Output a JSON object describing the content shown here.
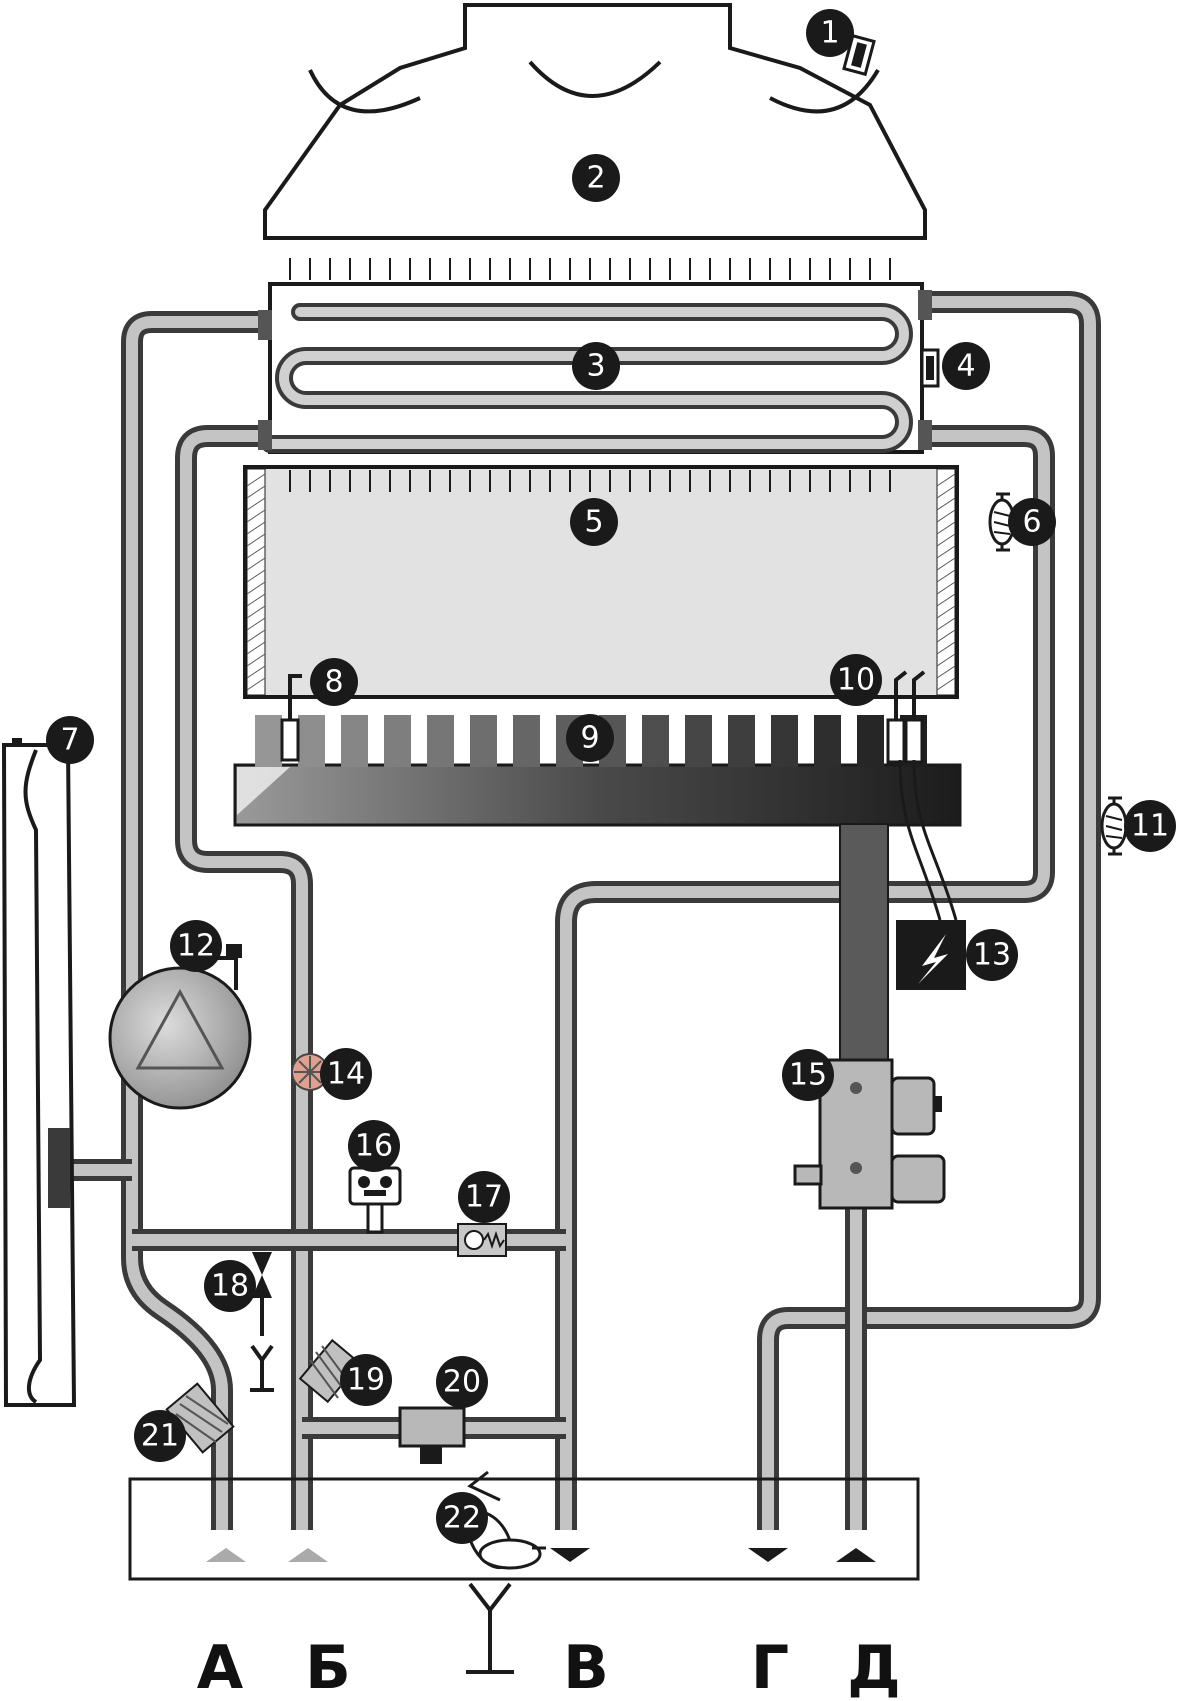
{
  "colors": {
    "pipe_outer": "#3a3a3a",
    "pipe_inner": "#c4c4c4",
    "stroke": "#1a1a1a",
    "chamber_fill": "#e2e2e2",
    "callout_fill": "#1a1a1a",
    "callout_text": "#ffffff",
    "gas_dark": "#2a2a2a",
    "gas_mid": "#6a6a6a",
    "component_fill": "#b8b8b8"
  },
  "callouts": [
    "1",
    "2",
    "3",
    "4",
    "5",
    "6",
    "7",
    "8",
    "9",
    "10",
    "11",
    "12",
    "13",
    "14",
    "15",
    "16",
    "17",
    "18",
    "19",
    "20",
    "21",
    "22"
  ],
  "connections": [
    "А",
    "Б",
    "В",
    "Г",
    "Д"
  ]
}
